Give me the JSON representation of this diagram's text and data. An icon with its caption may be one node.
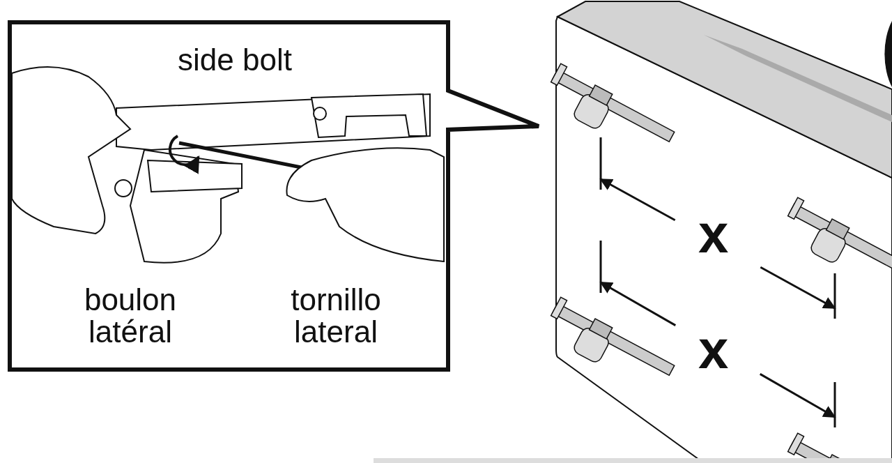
{
  "diagram": {
    "nodes": [
      {
        "text": [
          "side bolt",
          "boulon latéral",
          "tornillo lateral"
        ]
      }
    ],
    "labels": [
      "x",
      "x"
    ]
  }
}
